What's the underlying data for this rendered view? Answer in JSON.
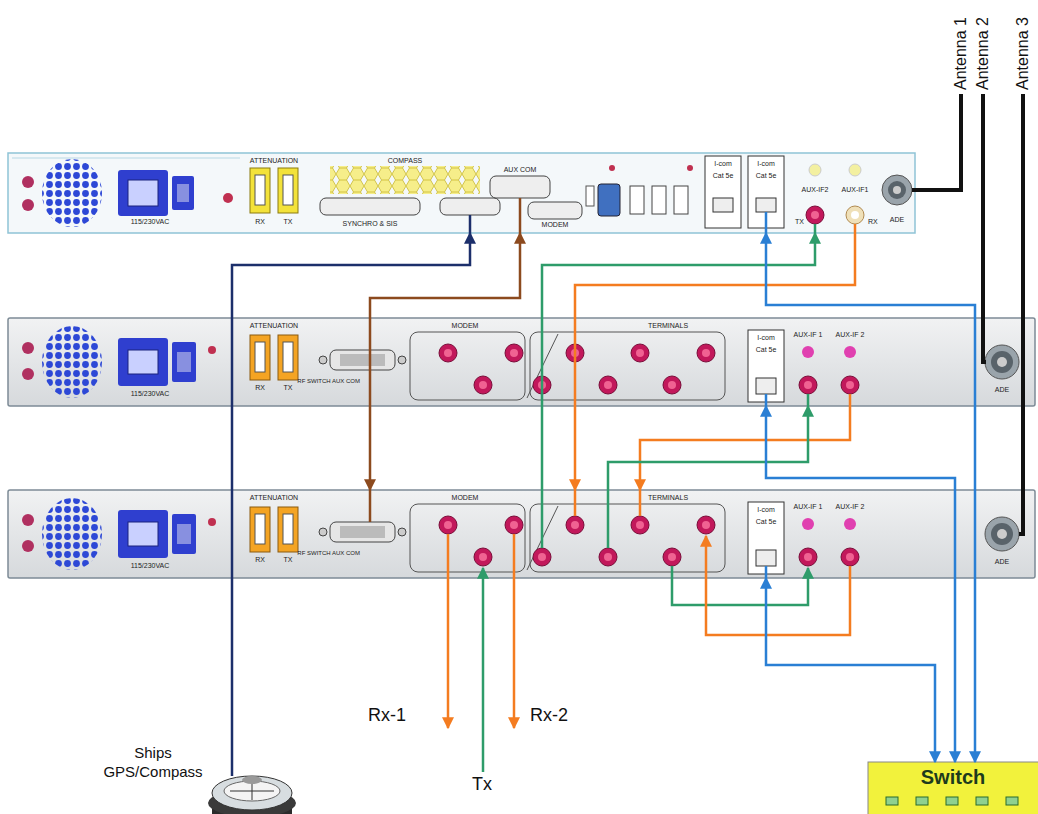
{
  "diagram": {
    "nodes": [
      {
        "text": [
          "115/230VAC",
          "ATTENUATION",
          "RX",
          "TX",
          "COMPASS",
          "SYNCHRO & SIS",
          "AUX COM",
          "MODEM",
          "I-com",
          "Cat 5e",
          "I-com",
          "Cat 5e",
          "AUX-IF2",
          "AUX-IF1",
          "TX",
          "RX",
          "ADE"
        ]
      },
      {
        "text": [
          "115/230VAC",
          "ATTENUATION",
          "RX",
          "TX",
          "RF SWITCH AUX COM",
          "MODEM",
          "TERMINALS",
          "I-com",
          "Cat 5e",
          "AUX-IF 1",
          "AUX-IF 2",
          "ADE"
        ]
      },
      {
        "text": [
          "115/230VAC",
          "ATTENUATION",
          "RX",
          "TX",
          "RF SWITCH AUX COM",
          "MODEM",
          "TERMINALS",
          "I-com",
          "Cat 5e",
          "AUX-IF 1",
          "AUX-IF 2",
          "ADE"
        ]
      },
      {
        "text": [
          "Ships GPS/Compass"
        ]
      },
      {
        "text": [
          "Switch"
        ]
      }
    ],
    "edges": [
      {
        "from": 3,
        "to": 0,
        "arrow": "to"
      },
      {
        "from": 0,
        "to": 2,
        "arrow": "both"
      },
      {
        "from": 2,
        "to": 0,
        "arrow": "to"
      },
      {
        "from": 0,
        "to": 2,
        "arrow": "to"
      },
      {
        "from": 1,
        "to": 2,
        "arrow": "to"
      },
      {
        "from": 2,
        "to": 1,
        "arrow": "to"
      },
      {
        "from": 0,
        "to": 4,
        "arrow": "both"
      },
      {
        "from": 1,
        "to": 4,
        "arrow": "both"
      },
      {
        "from": 2,
        "to": 4,
        "arrow": "both"
      }
    ],
    "labels": [
      "Antenna 1",
      "Antenna 2",
      "Antenna 3",
      "Rx-1",
      "Tx",
      "Rx-2"
    ]
  }
}
